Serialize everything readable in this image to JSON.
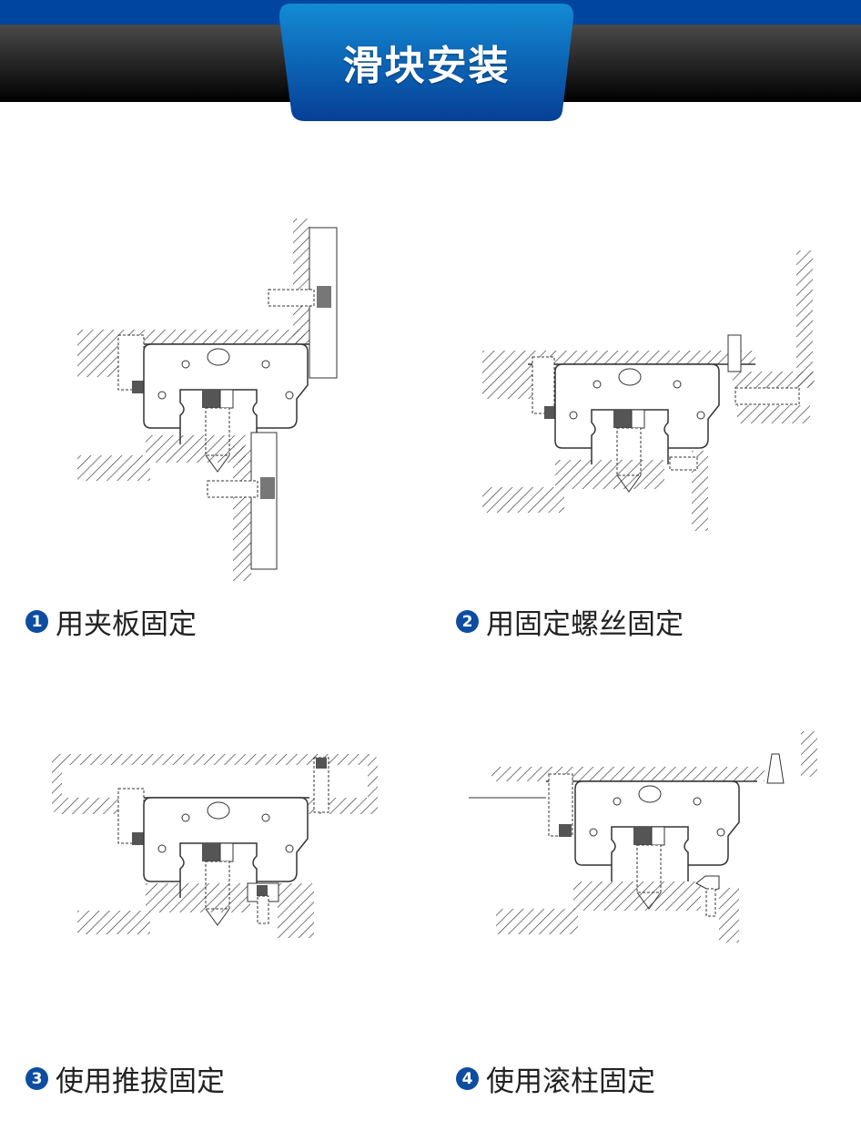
{
  "header": {
    "title": "滑块安装",
    "colors": {
      "band": "#0046a0",
      "tab": "#0d5fb8"
    }
  },
  "methods": [
    {
      "number": "1",
      "label": "用夹板固定"
    },
    {
      "number": "2",
      "label": "用固定螺丝固定"
    },
    {
      "number": "3",
      "label": "使用推拔固定"
    },
    {
      "number": "4",
      "label": "使用滚柱固定"
    }
  ]
}
